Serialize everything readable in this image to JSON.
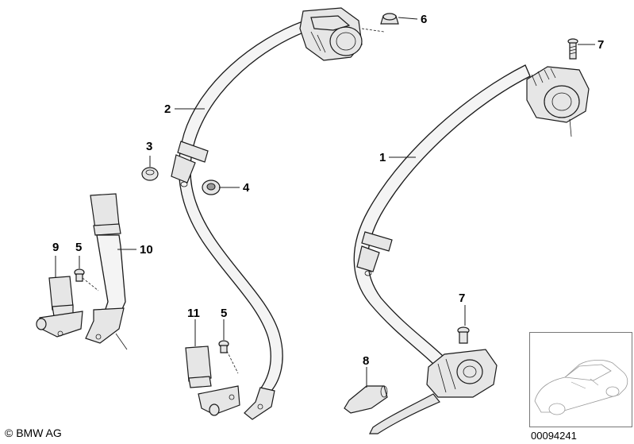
{
  "callouts": {
    "c1": "1",
    "c2": "2",
    "c3": "3",
    "c4": "4",
    "c5a": "5",
    "c5b": "5",
    "c6": "6",
    "c7a": "7",
    "c7b": "7",
    "c8": "8",
    "c9": "9",
    "c10": "10",
    "c11": "11"
  },
  "footer": {
    "copyright": "© BMW AG",
    "part_number": "00094241"
  },
  "colors": {
    "line": "#1a1a1a",
    "belt_fill": "#f4f4f4",
    "part_fill": "#e6e6e6"
  }
}
